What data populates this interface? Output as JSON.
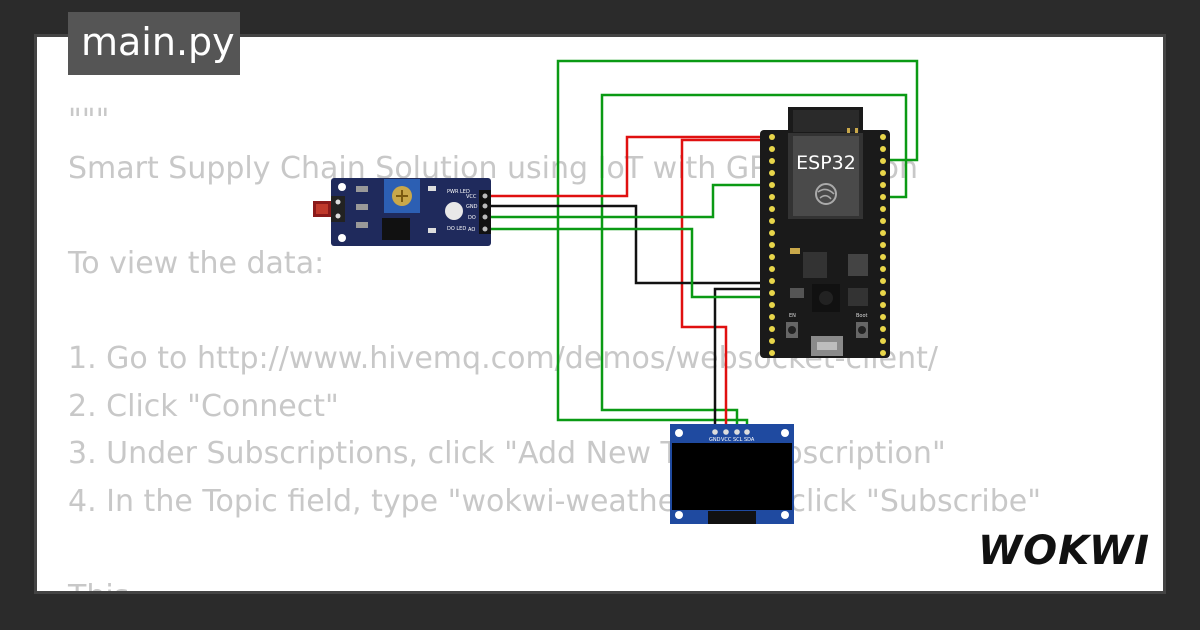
{
  "file_tab": {
    "label": "main.py"
  },
  "code_lines": [
    "\"\"\"",
    "Smart Supply Chain Solution using IoT with GPS Solution",
    "",
    "To view the data:",
    "",
    "1. Go to http://www.hivemq.com/demos/websocket-client/",
    "2. Click \"Connect\"",
    "3. Under Subscriptions, click \"Add New Topic Subscription\"",
    "4. In the Topic field, type \"wokwi-weather\" then click \"Subscribe\"",
    "",
    "This ..."
  ],
  "sensor_module": {
    "pins": [
      "VCC",
      "GND",
      "DO",
      "AO"
    ],
    "led_labels": [
      "PWR LED",
      "DO LED"
    ]
  },
  "esp32": {
    "title": "ESP32",
    "button_labels": [
      "EN",
      "Boot"
    ]
  },
  "oled": {
    "pins": [
      "GND",
      "VCC",
      "SCL",
      "SDA"
    ]
  },
  "logo": {
    "text": "WOKWI"
  },
  "colors": {
    "background": "#2b2b2b",
    "card": "#ffffff",
    "code_text": "#c8c8c8",
    "wire_red": "#e01010",
    "wire_black": "#111111",
    "wire_green": "#0a9a14",
    "board_blue": "#1f2a5c",
    "esp_board": "#1a1a1a"
  }
}
